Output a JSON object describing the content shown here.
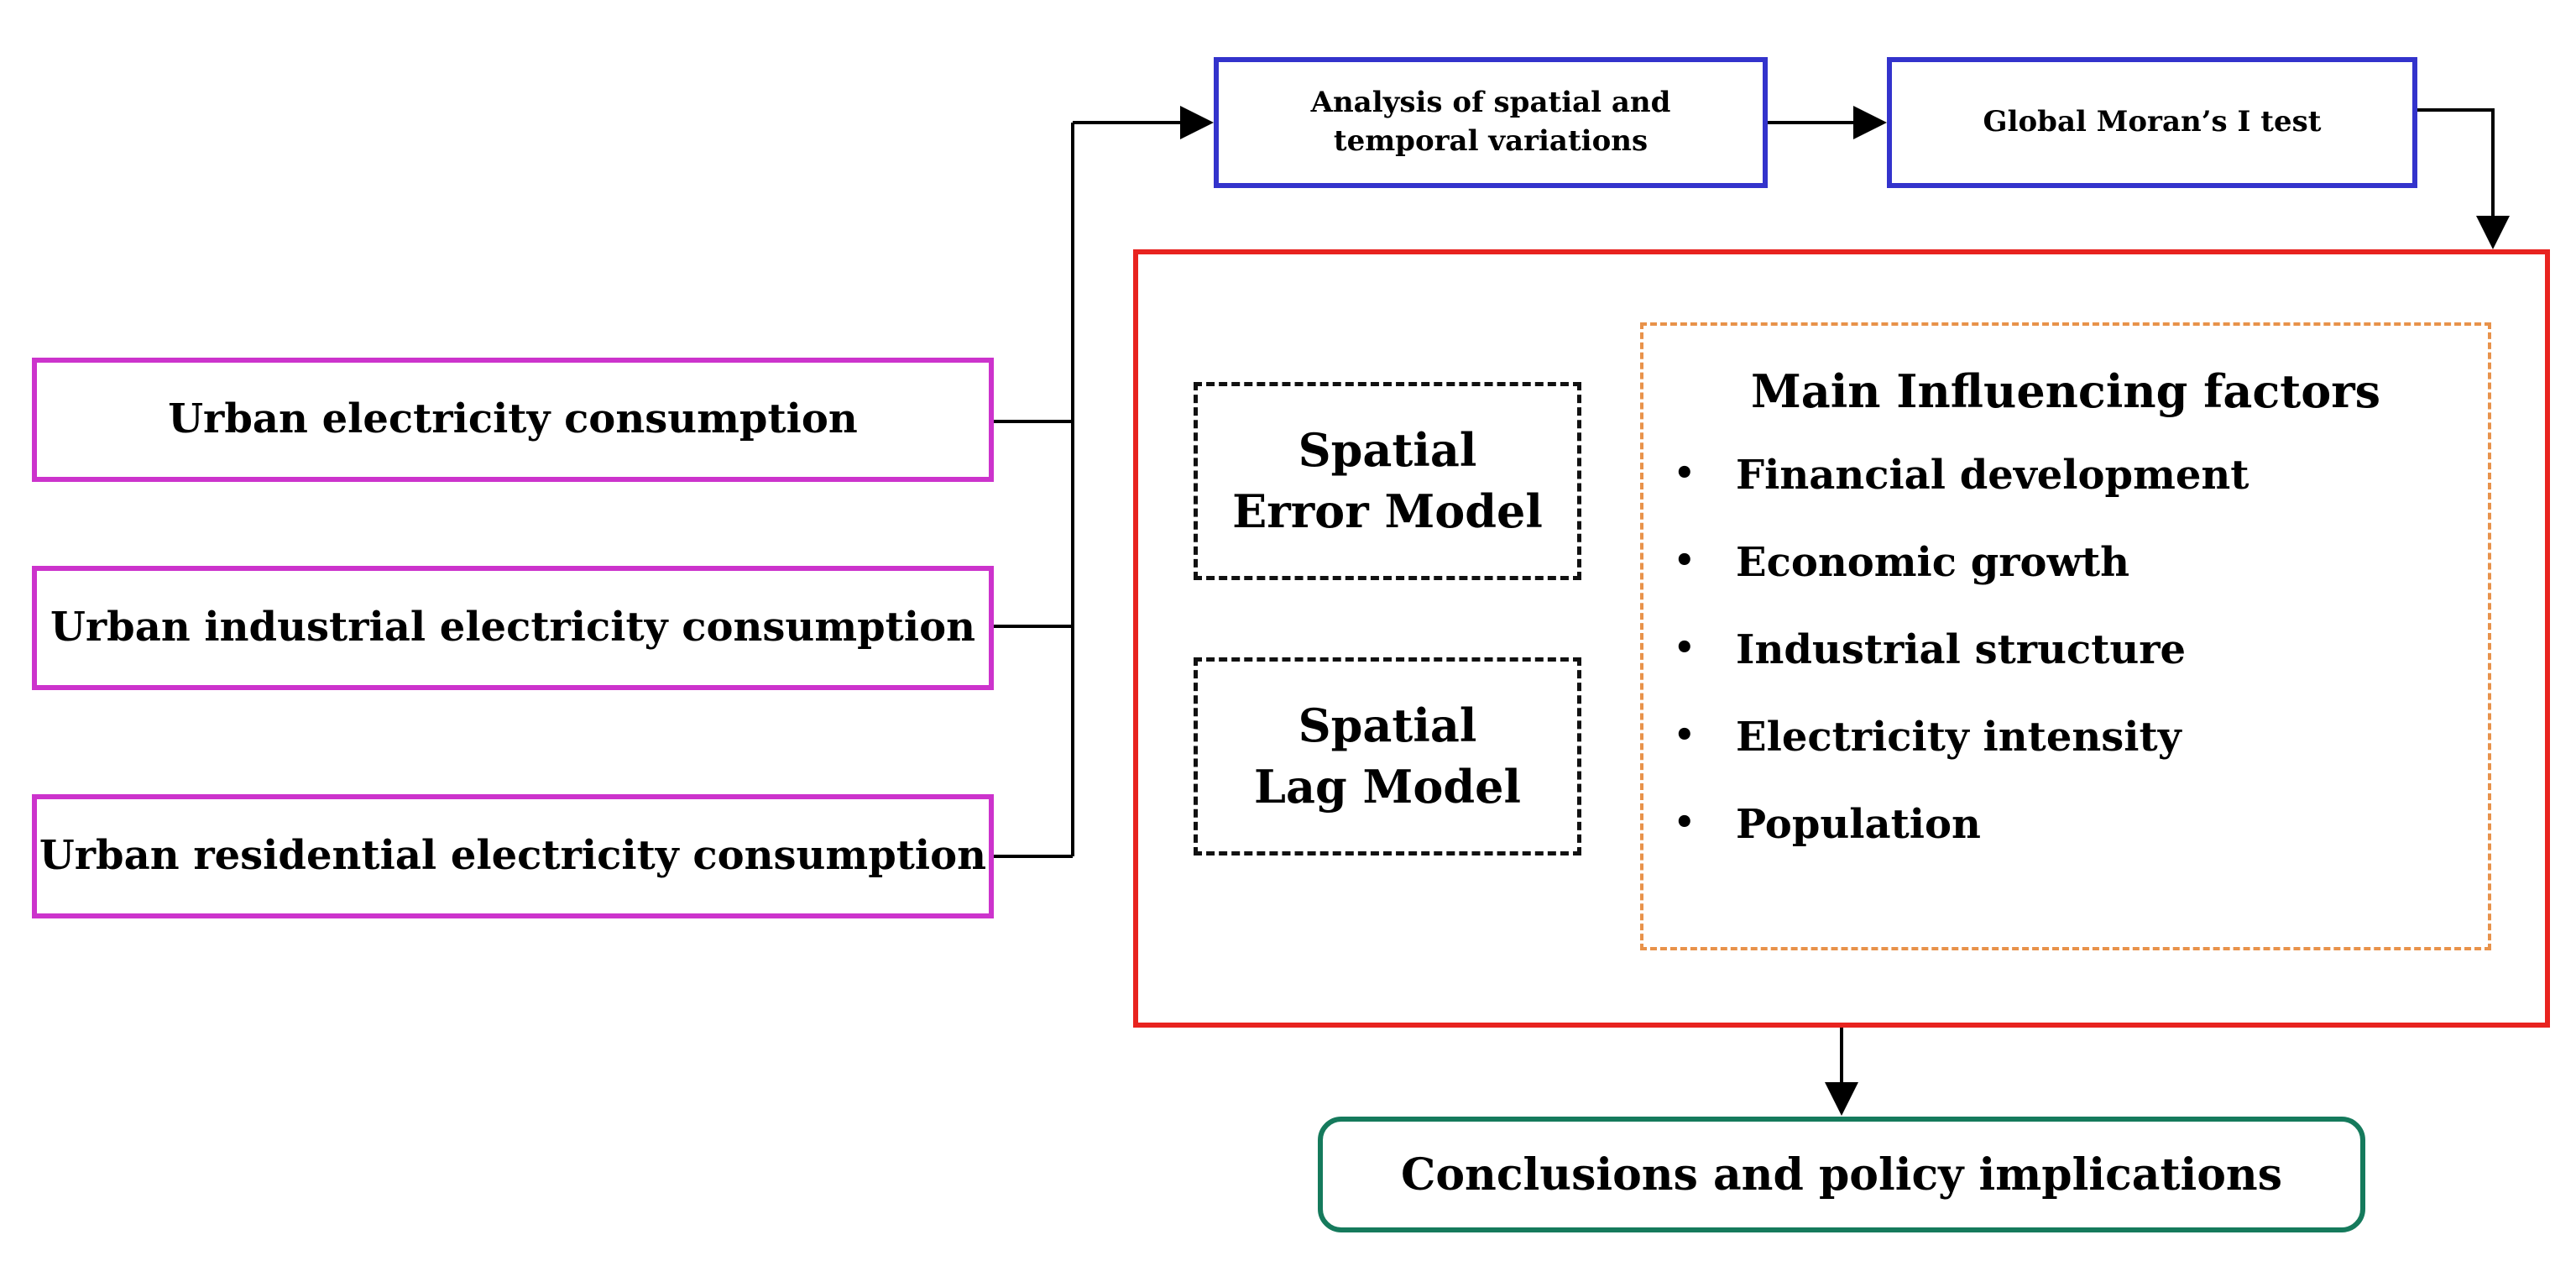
{
  "inputs": {
    "urban": "Urban electricity consumption",
    "industrial": "Urban industrial electricity consumption",
    "residential": "Urban residential electricity consumption"
  },
  "steps": {
    "variations": "Analysis of spatial and temporal variations",
    "moran": "Global Moran’s I test"
  },
  "models": {
    "error": "Spatial Error Model",
    "lag": "Spatial Lag Model"
  },
  "factors": {
    "title": "Main Influencing factors",
    "bullet": "•",
    "items": [
      "Financial development",
      "Economic growth",
      "Industrial structure",
      "Electricity intensity",
      "Population"
    ]
  },
  "output": {
    "label": "Conclusions and policy implications"
  },
  "colors": {
    "input_border": "#cc33cc",
    "step_border": "#3333cc",
    "frame_border": "#e8231f",
    "factors_border": "#e8924a",
    "output_border": "#157a5c",
    "connector": "#000000"
  }
}
